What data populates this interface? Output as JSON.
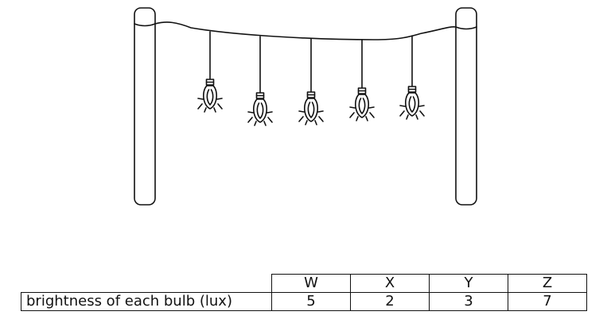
{
  "table": {
    "header_blank": "",
    "columns": [
      "W",
      "X",
      "Y",
      "Z"
    ],
    "row_label": "brightness of each bulb (lux)",
    "values": [
      "5",
      "2",
      "3",
      "7"
    ]
  }
}
